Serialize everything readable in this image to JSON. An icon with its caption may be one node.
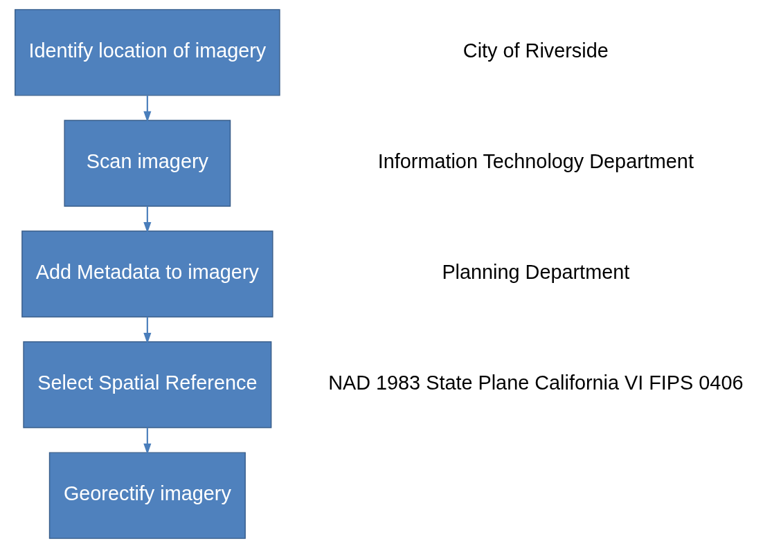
{
  "diagram": {
    "nodes": [
      {
        "text": [
          "Identify location of imagery"
        ]
      },
      {
        "text": [
          "Scan imagery"
        ]
      },
      {
        "text": [
          "Add Metadata to imagery"
        ]
      },
      {
        "text": [
          "Select Spatial Reference"
        ]
      },
      {
        "text": [
          "Georectify imagery"
        ]
      }
    ],
    "edges": [
      {
        "from": 0,
        "to": 1,
        "arrow": "to"
      },
      {
        "from": 1,
        "to": 2,
        "arrow": "to"
      },
      {
        "from": 2,
        "to": 3,
        "arrow": "to"
      },
      {
        "from": 3,
        "to": 4,
        "arrow": "to"
      }
    ],
    "labels": [
      "City of Riverside",
      "Information Technology Department",
      "Planning Department",
      "NAD 1983 State Plane California VI FIPS 0406"
    ]
  }
}
